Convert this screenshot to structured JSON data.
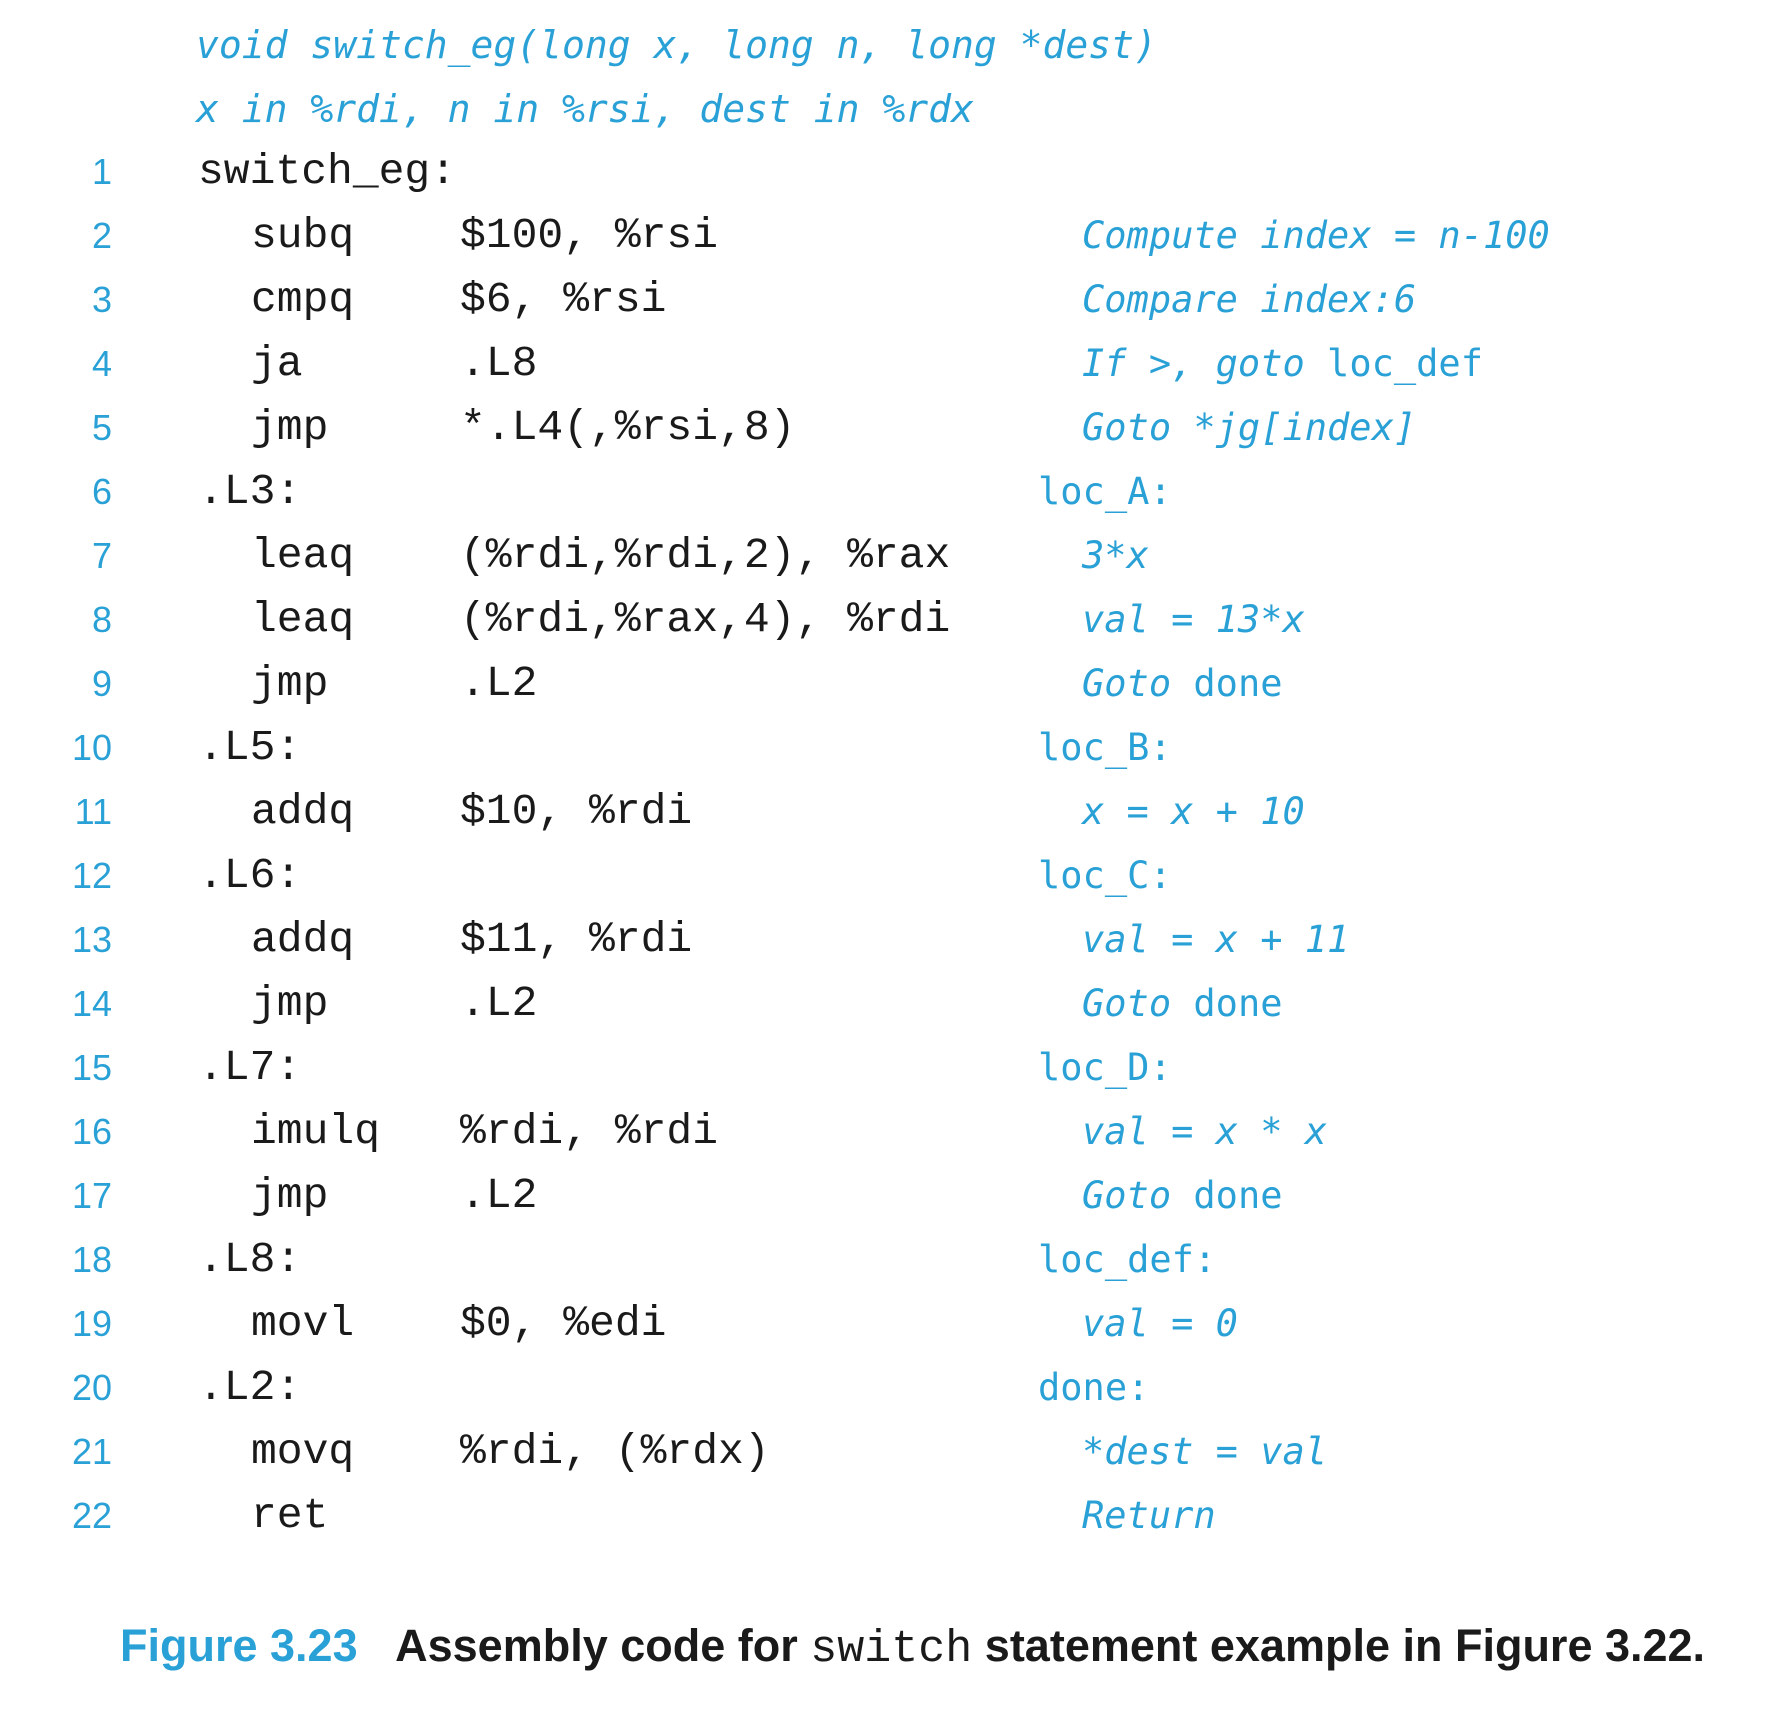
{
  "header": {
    "signature": "void switch_eg(long x, long n, long *dest)",
    "registers": "x in %rdi, n in %rsi, dest in %rdx"
  },
  "lines": [
    {
      "num": "1",
      "label": "switch_eg:",
      "op": "",
      "args": "",
      "comment_label": "",
      "comment_it": "",
      "comment_up": ""
    },
    {
      "num": "2",
      "label": "",
      "op": "subq",
      "args": "$100, %rsi",
      "comment_label": "",
      "comment_it": "Compute index = n-100",
      "comment_up": ""
    },
    {
      "num": "3",
      "label": "",
      "op": "cmpq",
      "args": "$6, %rsi",
      "comment_label": "",
      "comment_it": "Compare index:6",
      "comment_up": ""
    },
    {
      "num": "4",
      "label": "",
      "op": "ja",
      "args": ".L8",
      "comment_label": "",
      "comment_it": "If >, goto ",
      "comment_up": "loc_def"
    },
    {
      "num": "5",
      "label": "",
      "op": "jmp",
      "args": "*.L4(,%rsi,8)",
      "comment_label": "",
      "comment_it": "Goto *jg[index]",
      "comment_up": ""
    },
    {
      "num": "6",
      "label": ".L3:",
      "op": "",
      "args": "",
      "comment_label": "loc_A:",
      "comment_it": "",
      "comment_up": ""
    },
    {
      "num": "7",
      "label": "",
      "op": "leaq",
      "args": "(%rdi,%rdi,2), %rax",
      "comment_label": "",
      "comment_it": "3*x",
      "comment_up": ""
    },
    {
      "num": "8",
      "label": "",
      "op": "leaq",
      "args": "(%rdi,%rax,4), %rdi",
      "comment_label": "",
      "comment_it": "val = 13*x",
      "comment_up": ""
    },
    {
      "num": "9",
      "label": "",
      "op": "jmp",
      "args": ".L2",
      "comment_label": "",
      "comment_it": "Goto ",
      "comment_up": "done"
    },
    {
      "num": "10",
      "label": ".L5:",
      "op": "",
      "args": "",
      "comment_label": "loc_B:",
      "comment_it": "",
      "comment_up": ""
    },
    {
      "num": "11",
      "label": "",
      "op": "addq",
      "args": "$10, %rdi",
      "comment_label": "",
      "comment_it": "x = x + 10",
      "comment_up": ""
    },
    {
      "num": "12",
      "label": ".L6:",
      "op": "",
      "args": "",
      "comment_label": "loc_C:",
      "comment_it": "",
      "comment_up": ""
    },
    {
      "num": "13",
      "label": "",
      "op": "addq",
      "args": "$11, %rdi",
      "comment_label": "",
      "comment_it": "val = x + 11",
      "comment_up": ""
    },
    {
      "num": "14",
      "label": "",
      "op": "jmp",
      "args": ".L2",
      "comment_label": "",
      "comment_it": "Goto ",
      "comment_up": "done"
    },
    {
      "num": "15",
      "label": ".L7:",
      "op": "",
      "args": "",
      "comment_label": "loc_D:",
      "comment_it": "",
      "comment_up": ""
    },
    {
      "num": "16",
      "label": "",
      "op": "imulq",
      "args": "%rdi, %rdi",
      "comment_label": "",
      "comment_it": "val = x * x",
      "comment_up": ""
    },
    {
      "num": "17",
      "label": "",
      "op": "jmp",
      "args": ".L2",
      "comment_label": "",
      "comment_it": "Goto ",
      "comment_up": "done"
    },
    {
      "num": "18",
      "label": ".L8:",
      "op": "",
      "args": "",
      "comment_label": "loc_def:",
      "comment_it": "",
      "comment_up": ""
    },
    {
      "num": "19",
      "label": "",
      "op": "movl",
      "args": "$0, %edi",
      "comment_label": "",
      "comment_it": "val = 0",
      "comment_up": ""
    },
    {
      "num": "20",
      "label": ".L2:",
      "op": "",
      "args": "",
      "comment_label": "done:",
      "comment_it": "",
      "comment_up": ""
    },
    {
      "num": "21",
      "label": "",
      "op": "movq",
      "args": "%rdi, (%rdx)",
      "comment_label": "",
      "comment_it": "*dest = val",
      "comment_up": ""
    },
    {
      "num": "22",
      "label": "",
      "op": "ret",
      "args": "",
      "comment_label": "",
      "comment_it": "Return",
      "comment_up": ""
    }
  ],
  "caption": {
    "number": "Figure 3.23",
    "text_before": "Assembly code for ",
    "code_word": "switch",
    "text_after": " statement example in Figure 3.22."
  },
  "colors": {
    "accent": "#2aa1d6",
    "text": "#1a1a1a"
  }
}
